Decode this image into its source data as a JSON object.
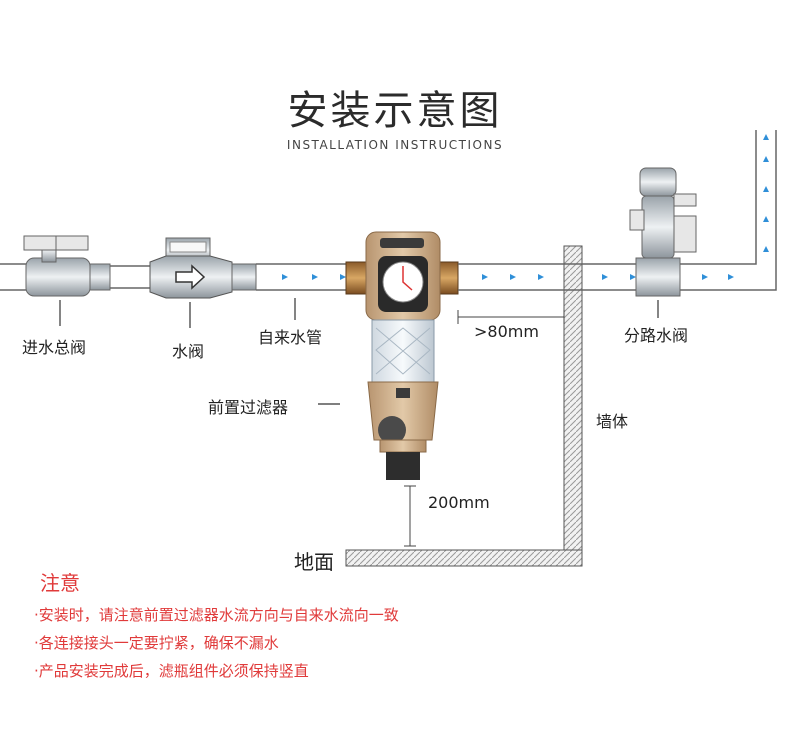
{
  "title": "安装示意图",
  "subtitle": "INSTALLATION INSTRUCTIONS",
  "labels": {
    "main_valve": "进水总阀",
    "water_meter": "水阀",
    "tap_pipe": "自来水管",
    "distance_wall": ">80mm",
    "branch_valve": "分路水阀",
    "prefilter": "前置过滤器",
    "wall": "墙体",
    "distance_floor": "200mm",
    "floor": "地面"
  },
  "notes": {
    "title": "注意",
    "items": [
      "·安装时，请注意前置过滤器水流方向与自来水流向一致",
      "·各连接接头一定要拧紧，确保不漏水",
      "·产品安装完成后，滤瓶组件必须保持竖直"
    ]
  },
  "colors": {
    "notes": "#e03a3a",
    "flow_arrow": "#2f8fd8",
    "filter_body": "#c9a77f"
  }
}
